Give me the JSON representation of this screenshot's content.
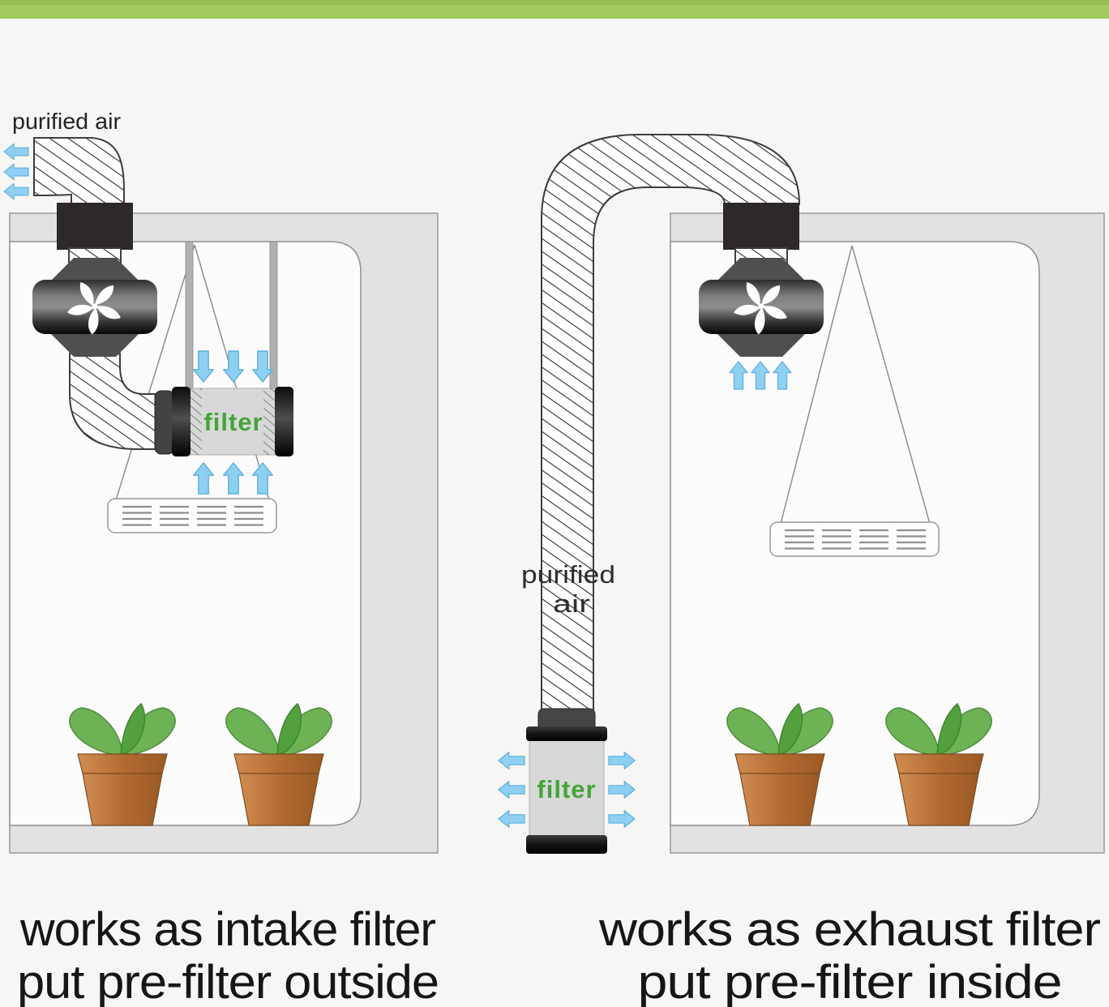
{
  "header": {
    "bar_color": "#a0c95e"
  },
  "left_diagram": {
    "purified_air_label": "purified air",
    "filter_label": "filter",
    "caption": {
      "line1": "works as intake filter",
      "line2": "put pre-filter outside"
    }
  },
  "right_diagram": {
    "duct_label": {
      "line1": "purified",
      "line2": "air"
    },
    "filter_label": "filter",
    "caption": {
      "line1": "works as exhaust filter",
      "line2": "put pre-filter inside"
    }
  },
  "colors": {
    "header_green": "#a0c95e",
    "filter_text_green": "#44a438",
    "airflow_arrow_blue": "#8fd0f2",
    "leaf_green": "#6db254",
    "leaf_dark_green": "#55a03e",
    "pot_terracotta": "#b06a30",
    "tent_wall_gray": "#e2e2e3",
    "fan_housing_dark": "#2d282a",
    "caption_text": "#161616"
  },
  "icons": {
    "fan_icon": "pinwheel-blades",
    "airflow_arrow_icon": "block-arrow"
  }
}
